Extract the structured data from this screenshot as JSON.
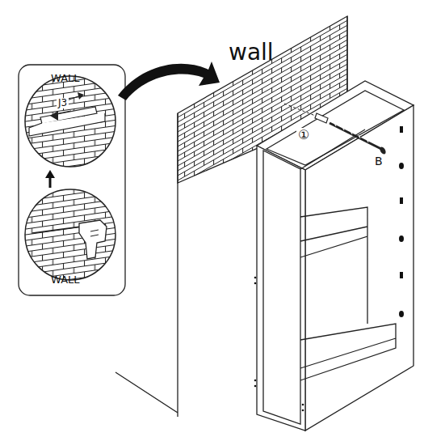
{
  "diagram": {
    "labels": [
      "wall",
      "WALL",
      "J3",
      "WALL",
      "①",
      "B"
    ]
  }
}
